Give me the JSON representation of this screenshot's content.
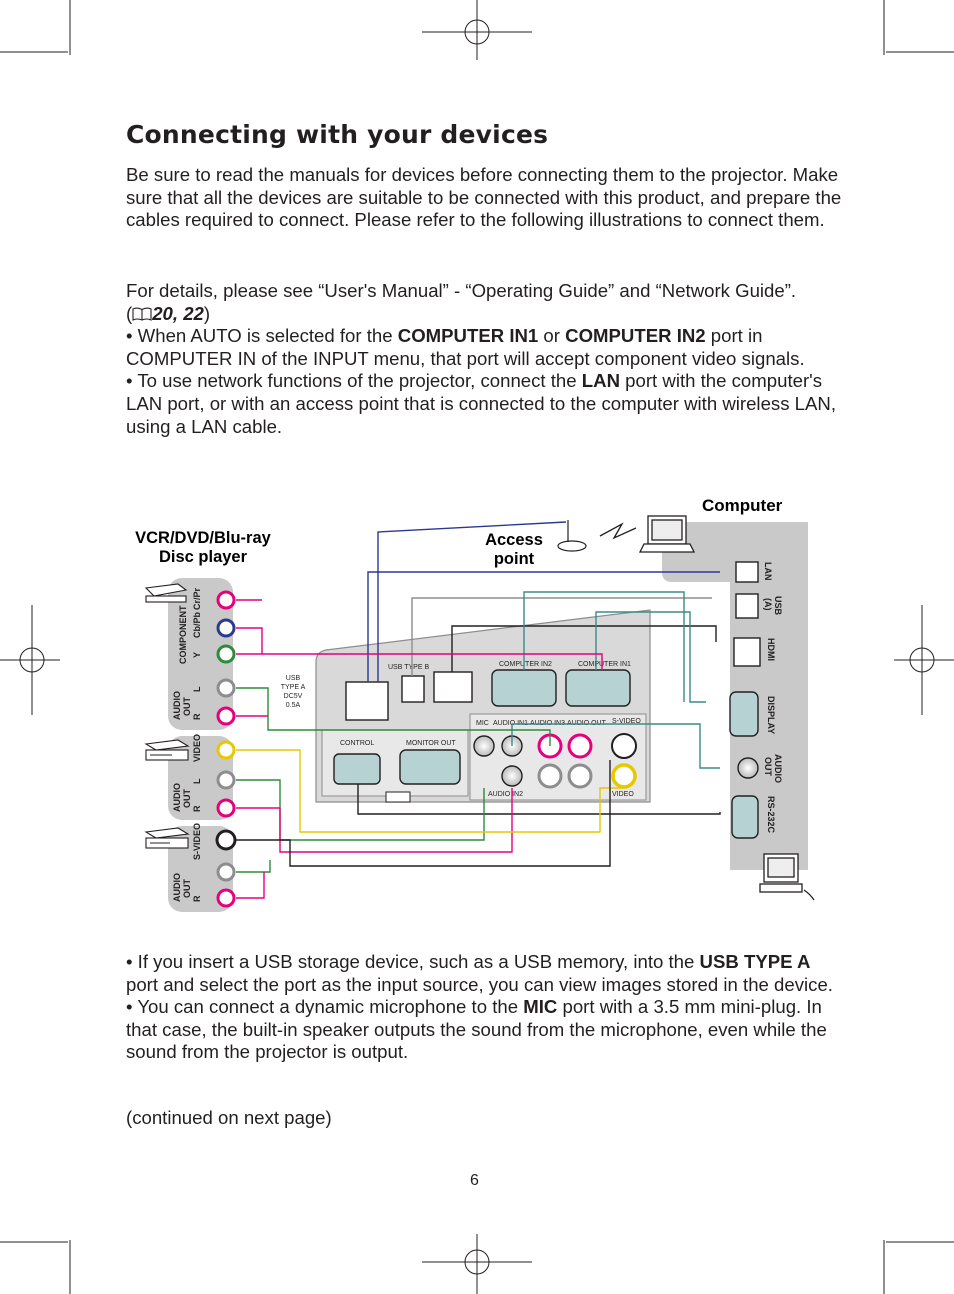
{
  "heading": "Connecting with your devices",
  "intro": "Be sure to read the manuals for devices before connecting them to the projector. Make sure that all the devices are suitable to be connected with this product, and prepare the cables required to connect. Please refer to the following illustrations to connect them.",
  "details": {
    "line1": "For details, please see “User's Manual” - “Operating Guide” and “Network Guide”.",
    "ref_open": "(",
    "ref_pages": "20, 22",
    "ref_close": ")",
    "bullet1_a": "• When AUTO is selected for the ",
    "bullet1_b": "COMPUTER IN1",
    "bullet1_c": " or ",
    "bullet1_d": "COMPUTER IN2",
    "bullet1_e": " port in COMPUTER IN of the INPUT menu, that port will accept component video signals.",
    "bullet2_a": "• To use network functions of the projector, connect the ",
    "bullet2_b": "LAN",
    "bullet2_c": " port with the computer's LAN port, or with an access point that is connected to the computer with wireless LAN, using a LAN cable."
  },
  "diagram": {
    "computer_label": "Computer",
    "player_label_1": "VCR/DVD/Blu-ray",
    "player_label_2": "Disc player",
    "access_1": "Access",
    "access_2": "point",
    "computer_ports": [
      "LAN",
      "USB",
      "(A)",
      "HDMI",
      "DISPLAY",
      "AUDIO",
      "OUT",
      "RS-232C"
    ],
    "player_ports": {
      "component": "COMPONENT",
      "y": "Y",
      "cbpb": "Cb/Pb",
      "crpr": "Cr/Pr",
      "audio": "AUDIO",
      "out": "OUT",
      "l": "L",
      "r": "R",
      "video": "VIDEO",
      "svideo": "S-VIDEO"
    },
    "projector_labels": {
      "usb_type_b": "USB TYPE B",
      "usb_a_1": "USB",
      "usb_a_2": "TYPE A",
      "usb_a_3": "DC5V",
      "usb_a_4": "0.5A",
      "comp_in2": "COMPUTER IN2",
      "comp_in1": "COMPUTER IN1",
      "control": "CONTROL",
      "monitor_out": "MONITOR OUT",
      "mic": "MIC",
      "audio_in1": "AUDIO IN1",
      "audio_in3": "AUDIO IN3",
      "audio_out": "AUDIO OUT",
      "svideo": "S-VIDEO",
      "audio_in2": "AUDIO IN2",
      "video": "VIDEO"
    }
  },
  "bottom": {
    "b1_a": "• If you insert a USB storage device, such as a USB memory, into the ",
    "b1_b": "USB TYPE A",
    "b1_c": " port and select the port as the input source, you can view images stored in the device.",
    "b2_a": "• You can connect a dynamic microphone to the ",
    "b2_b": "MIC",
    "b2_c": " port with a 3.5 mm mini-plug. In that case, the built-in speaker outputs the sound from the microphone, even while the sound from the projector is output."
  },
  "continued": "(continued on next page)",
  "page_number": "6",
  "colors": {
    "text": "#231f20",
    "panel_gray": "#c9c9c9",
    "lan_blue": "#2b3990",
    "magenta": "#e6007e",
    "green": "#2e8b3a",
    "teal": "#3d8a8a",
    "gray_line": "#8d8d8d"
  }
}
